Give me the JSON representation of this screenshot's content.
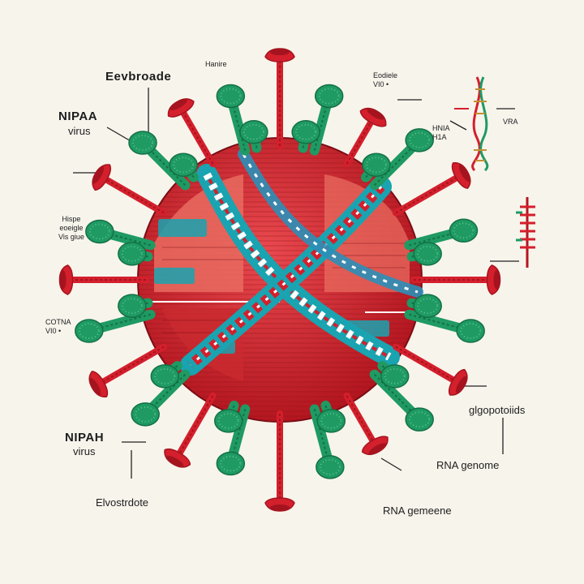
{
  "labels": {
    "top_left": "Eevbroade",
    "top_center": "Hanire",
    "top_right_small": "Eodiele\nVI0 •",
    "nipaa_title": "NIPAA",
    "nipaa_sub": "virus",
    "hlia": "HNIA\nH1A",
    "vra": "VRA",
    "hispe": "Hispe\neoeigle\nVis giue",
    "cotna": "COTNA\nVI0 •",
    "nipah_title": "NIPAH",
    "nipah_sub": "virus",
    "glyco": "glgopotoiids",
    "rna_genome": "RNA genome",
    "elvostrdote": "Elvostrdote",
    "rna_gemeene": "RNA gemeene"
  },
  "colors": {
    "red": "#d41f2c",
    "dark_red": "#a5141e",
    "green": "#1f9a63",
    "dark_green": "#137046",
    "teal": "#1aa3b0",
    "salmon": "#e56a6a",
    "background": "#f7f4ec"
  }
}
